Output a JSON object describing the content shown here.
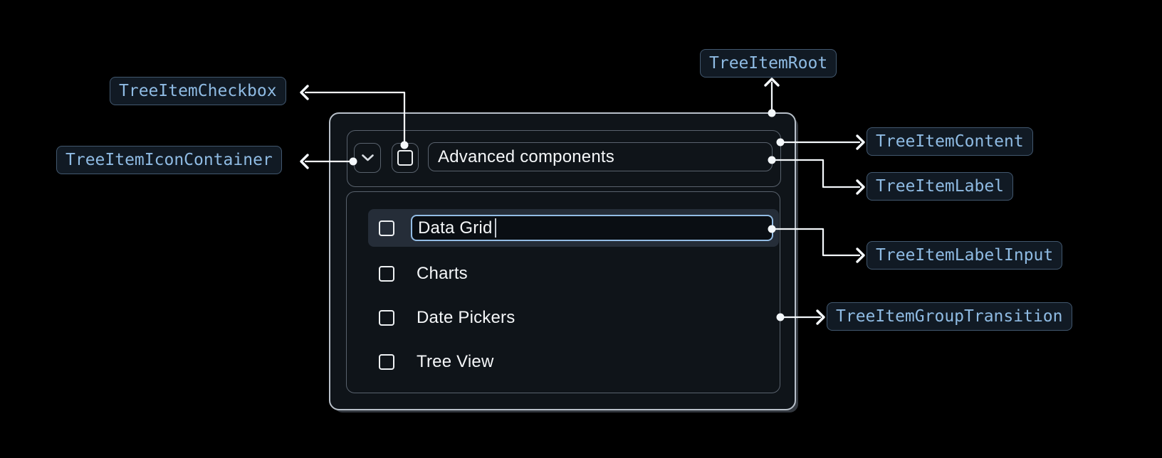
{
  "annotations": {
    "root": "TreeItemRoot",
    "content": "TreeItemContent",
    "icon_container": "TreeItemIconContainer",
    "checkbox": "TreeItemCheckbox",
    "label": "TreeItemLabel",
    "label_input": "TreeItemLabelInput",
    "group_transition": "TreeItemGroupTransition"
  },
  "tree": {
    "parent": {
      "label": "Advanced components",
      "expanded": true,
      "checked": false,
      "expand_icon": "chevron-down-icon",
      "checkbox_icon": "checkbox-blank-outline-icon"
    },
    "children": [
      {
        "label": "Data Grid",
        "state": "editing",
        "checked": false
      },
      {
        "label": "Charts",
        "checked": false
      },
      {
        "label": "Date Pickers",
        "checked": false
      },
      {
        "label": "Tree View",
        "checked": false
      }
    ]
  },
  "colors": {
    "page_bg": "#000000",
    "component_bg": "#0f1419",
    "component_border": "#b8c0c9",
    "inner_border": "#59626d",
    "selected_row_bg": "#252d38",
    "input_border": "#93bce4",
    "tag_bg": "#111a24",
    "tag_border": "#42586f",
    "tag_text": "#8fbbe3",
    "connector": "#f4f8fb",
    "text": "#f4f6f8"
  }
}
